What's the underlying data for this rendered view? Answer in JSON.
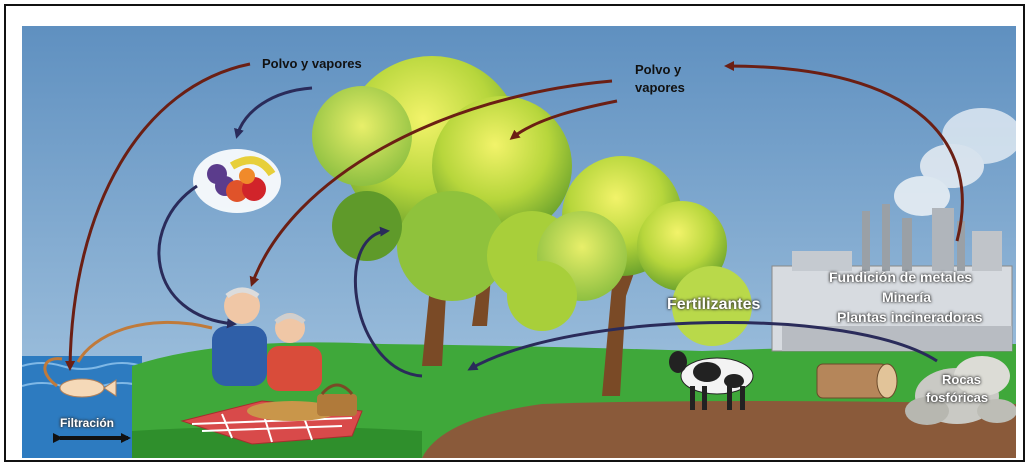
{
  "labels": {
    "polvo_left": "Polvo y vapores",
    "polvo_right_line1": "Polvo y",
    "polvo_right_line2": "vapores",
    "fertilizantes": "Fertilizantes",
    "industry_1": "Fundición de metales",
    "industry_2": "Minería",
    "industry_3": "Plantas incineradoras",
    "rocas_1": "Rocas",
    "rocas_2": "fosfóricas",
    "filtracion": "Filtración"
  },
  "colors": {
    "sky": "#6f9cc6",
    "grass": "#3fa83a",
    "soil": "#8a5a3a",
    "water": "#2d7bc0",
    "arrow_brown": "#6b1f14",
    "arrow_navy": "#2a2b5a"
  },
  "icons": [
    "fruit-basket-icon",
    "fish-icon",
    "cow-icon",
    "log-icon",
    "rock-pile-icon",
    "factory-icon",
    "picnic-couple-icon",
    "tree-icon"
  ]
}
